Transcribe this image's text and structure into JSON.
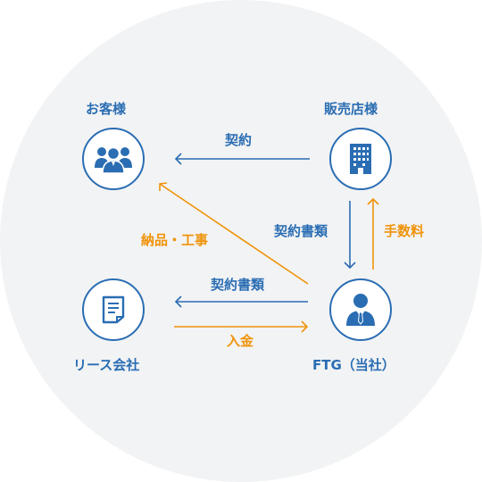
{
  "colors": {
    "primary": "#2a6db3",
    "accent": "#f0930b",
    "background": "#f2f3f4"
  },
  "nodes": {
    "customer": {
      "label": "お客様",
      "icon": "users-icon"
    },
    "dealer": {
      "label": "販売店様",
      "icon": "building-icon"
    },
    "leasing": {
      "label": "リース会社",
      "icon": "document-icon"
    },
    "ftg": {
      "label": "FTG（当社）",
      "icon": "businessman-icon"
    }
  },
  "flows": {
    "dealer_to_customer": "契約",
    "ftg_to_customer": "納品・工事",
    "dealer_to_ftg": "契約書類",
    "ftg_to_dealer": "手数料",
    "ftg_to_leasing": "契約書類",
    "leasing_to_ftg": "入金"
  }
}
